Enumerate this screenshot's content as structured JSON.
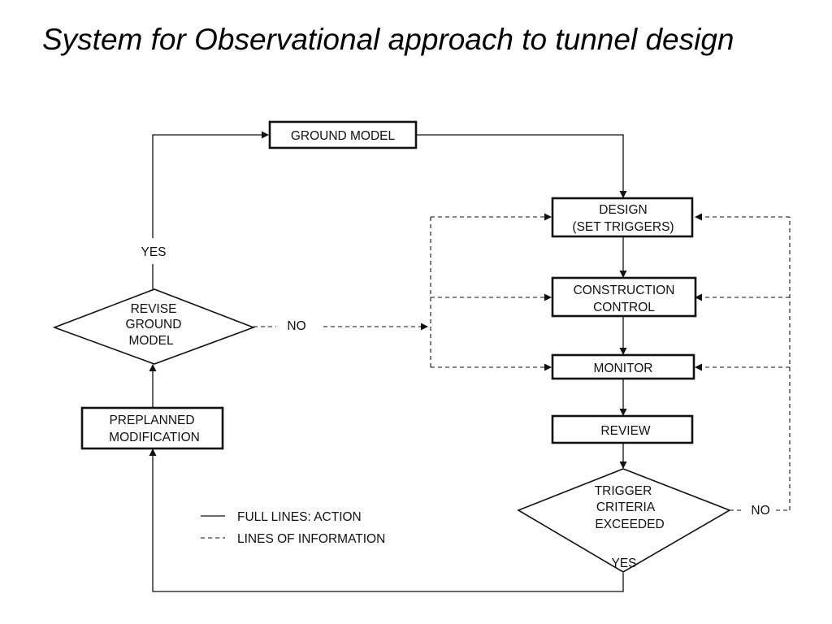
{
  "title": "System for Observational approach to tunnel design",
  "nodes": {
    "ground_model": "GROUND MODEL",
    "design": [
      "DESIGN",
      "(SET TRIGGERS)"
    ],
    "construction_control": [
      "CONSTRUCTION",
      "CONTROL"
    ],
    "monitor": "MONITOR",
    "review": "REVIEW",
    "trigger_criteria": [
      "TRIGGER",
      "CRITERIA",
      "EXCEEDED"
    ],
    "revise_ground_model": [
      "REVISE",
      "GROUND",
      "MODEL"
    ],
    "preplanned_modification": [
      "PREPLANNED",
      "MODIFICATION"
    ]
  },
  "edge_labels": {
    "revise_yes": "YES",
    "revise_no": "NO",
    "trigger_yes": "YES",
    "trigger_no": "NO"
  },
  "legend": {
    "solid": "FULL LINES: ACTION",
    "dashed": "LINES OF INFORMATION"
  }
}
